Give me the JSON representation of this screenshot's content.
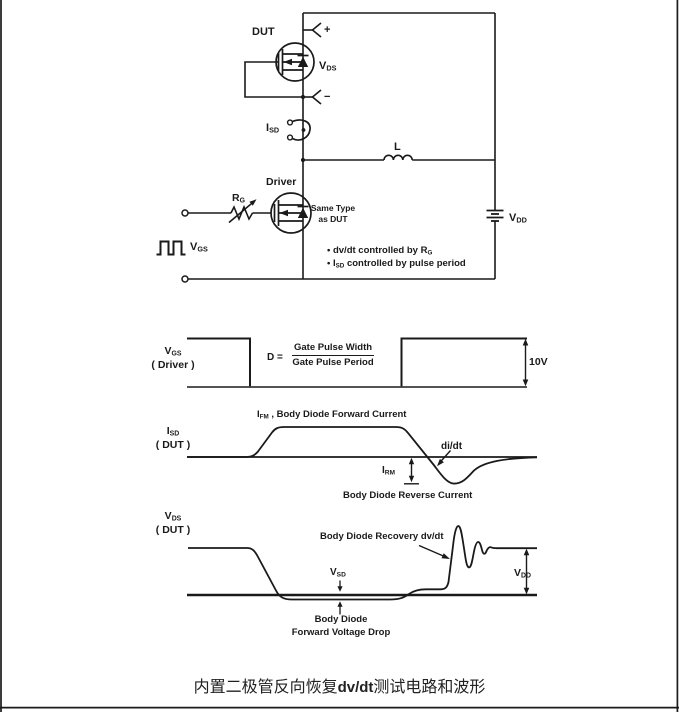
{
  "colors": {
    "ink": "#1a1a1a",
    "background": "#ffffff"
  },
  "circuit": {
    "dut_label": "DUT",
    "vds": {
      "main": "V",
      "sub": "DS"
    },
    "probe_plus": "+",
    "probe_minus": "−",
    "isd": {
      "main": "I",
      "sub": "SD"
    },
    "inductor_label": "L",
    "driver_label": "Driver",
    "rg": {
      "main": "R",
      "sub": "G"
    },
    "same_type_line1": "Same Type",
    "same_type_line2": "as DUT",
    "vgs_source": {
      "main": "V",
      "sub": "GS"
    },
    "vdd": {
      "main": "V",
      "sub": "DD"
    },
    "note1": {
      "pre": "• dv/dt controlled by R",
      "sub": "G",
      "post": ""
    },
    "note2": {
      "pre": "• I",
      "sub": "SD",
      "post": " controlled by pulse period"
    }
  },
  "waveforms": {
    "vgs": {
      "axis": {
        "main": "V",
        "sub": "GS"
      },
      "axis_line2": "( Driver )",
      "duty_lhs": "D =",
      "duty_numerator": "Gate Pulse Width",
      "duty_denominator": "Gate Pulse Period",
      "amplitude": "10V"
    },
    "isd": {
      "axis": {
        "main": "I",
        "sub": "SD"
      },
      "axis_line2": "( DUT )",
      "peak": {
        "pre": "I",
        "sub": "FM",
        "post": " , Body Diode Forward Current"
      },
      "didt_label": "di/dt",
      "irm": {
        "main": "I",
        "sub": "RM"
      },
      "reverse_label": "Body Diode Reverse Current"
    },
    "vds": {
      "axis": {
        "main": "V",
        "sub": "DS"
      },
      "axis_line2": "( DUT )",
      "recovery_label": "Body Diode Recovery dv/dt",
      "vsd": {
        "main": "V",
        "sub": "SD"
      },
      "vdd": {
        "main": "V",
        "sub": "DD"
      },
      "fwd_line1": "Body Diode",
      "fwd_line2": "Forward Voltage Drop"
    }
  },
  "caption": {
    "zh_pre": "内置二极管反向恢复",
    "en": "dv/dt",
    "zh_post": "测试电路和波形"
  }
}
